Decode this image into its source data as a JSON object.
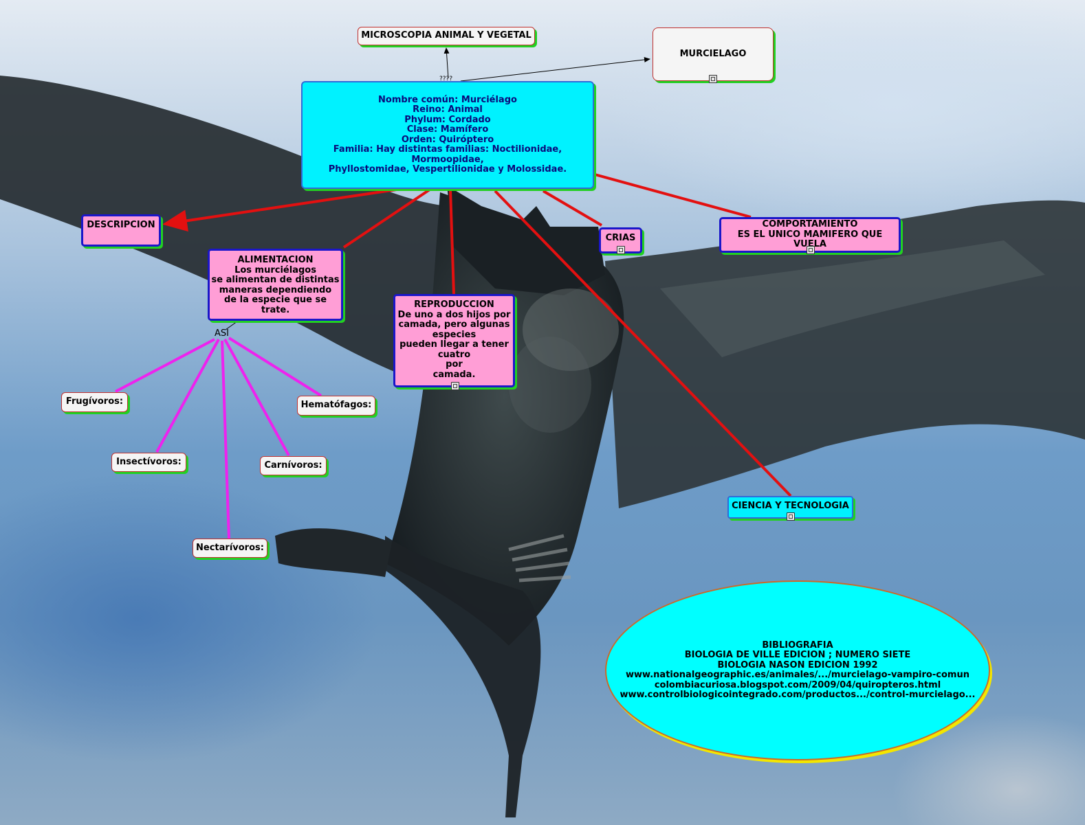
{
  "colors": {
    "pink_node": "#ff9ed6",
    "cyan_node": "#00f2ff",
    "red_link": "#e31010",
    "magenta_link": "#ee22ee",
    "shadow": "#22d022"
  },
  "nodes": {
    "microscopia": "MICROSCOPIA   ANIMAL Y VEGETAL",
    "murcielago": "MURCIELAGO",
    "central": "Nombre común: Murciélago\nReino: Animal\nPhylum: Cordado\nClase: Mamífero\nOrden: Quiróptero\nFamilia: Hay distintas familias: Noctilionidae, Mormoopidae,\nPhyllostomidae, Vespertilionidae y Molossidae.",
    "descripcion": "DESCRIPCION",
    "alimentacion": "ALIMENTACION\nLos murciélagos\nse alimentan de distintas\nmaneras dependiendo\nde la especie que se trate.",
    "reproduccion": "REPRODUCCION\nDe uno a dos hijos por\ncamada, pero algunas\nespecies\npueden llegar a tener\ncuatro\npor\ncamada.",
    "crias": "CRIAS",
    "comportamiento": "COMPORTAMIENTO\nES EL UNICO MAMIFERO QUE VUELA",
    "ciencia": "CIENCIA Y TECNOLOGIA",
    "frugivoros": "Frugívoros:",
    "insectivoros": "Insectívoros:",
    "nectarivoros": "Nectarívoros:",
    "carnivoros": "Carnívoros:",
    "hematofagos": "Hematófagos:"
  },
  "connector_label": "ASI",
  "small_label": "????",
  "bibliografia": {
    "title": "BIBLIOGRAFIA",
    "entries": [
      "BIOLOGIA DE VILLE EDICION ; NUMERO SIETE",
      "BIOLOGIA NASON EDICION 1992",
      "www.nationalgeographic.es/animales/.../murcielago-vampiro-comun",
      "colombiacuriosa.blogspot.com/2009/04/quiropteros.html",
      "www.controlbiologicointegrado.com/productos.../control-murcielago..."
    ]
  },
  "icons": {
    "murcielago": "film-icon",
    "crias": "film-icon",
    "comportamiento": "image-icon",
    "reproduccion": "document-icon",
    "ciencia": "document-icon"
  }
}
